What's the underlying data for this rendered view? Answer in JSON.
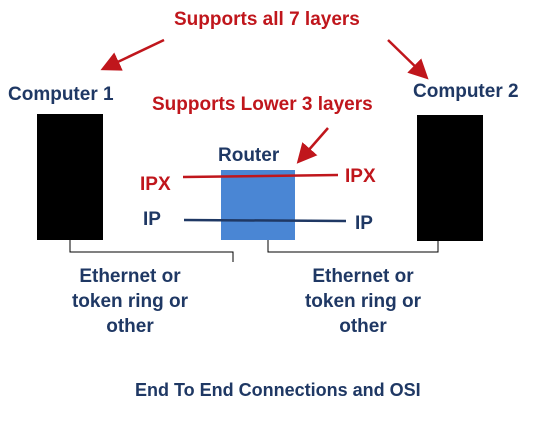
{
  "labels": {
    "supports_all": "Supports all 7 layers",
    "supports_lower": "Supports Lower 3 layers",
    "computer1": "Computer 1",
    "computer2": "Computer 2",
    "router": "Router",
    "ipx_left": "IPX",
    "ipx_right": "IPX",
    "ip_left": "IP",
    "ip_right": "IP",
    "net_left": [
      "Ethernet or",
      "token ring or",
      "other"
    ],
    "net_right": [
      "Ethernet or",
      "token ring or",
      "other"
    ],
    "caption": "End To End Connections and OSI"
  },
  "colors": {
    "red": "#c0161c",
    "navy": "#1f3864",
    "computer": "#000000",
    "router": "#4a86d4"
  }
}
